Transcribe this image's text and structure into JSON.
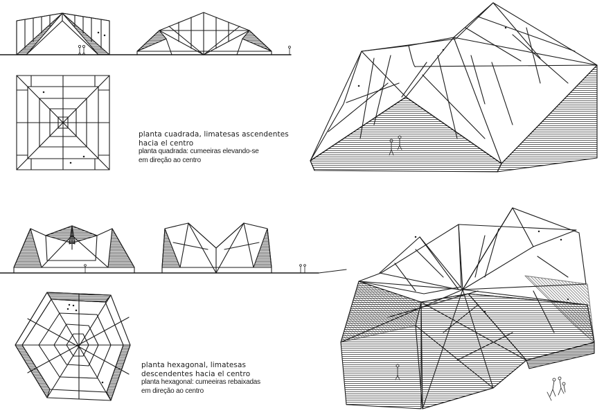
{
  "captions": {
    "square": {
      "line1": "planta cuadrada, limatesas ascendentes",
      "line2": "hacia el centro",
      "line3": "planta quadrada: cumeeiras elevando-se",
      "line4": "em direção ao centro"
    },
    "hexagonal": {
      "line1": "planta hexagonal, limatesas",
      "line2": "descendentes hacia el centro",
      "line3": "planta hexagonal: cumeeiras rebaixadas",
      "line4": "em direção ao centro"
    }
  },
  "colors": {
    "ink": "#1a1a1a",
    "paper": "#ffffff"
  }
}
